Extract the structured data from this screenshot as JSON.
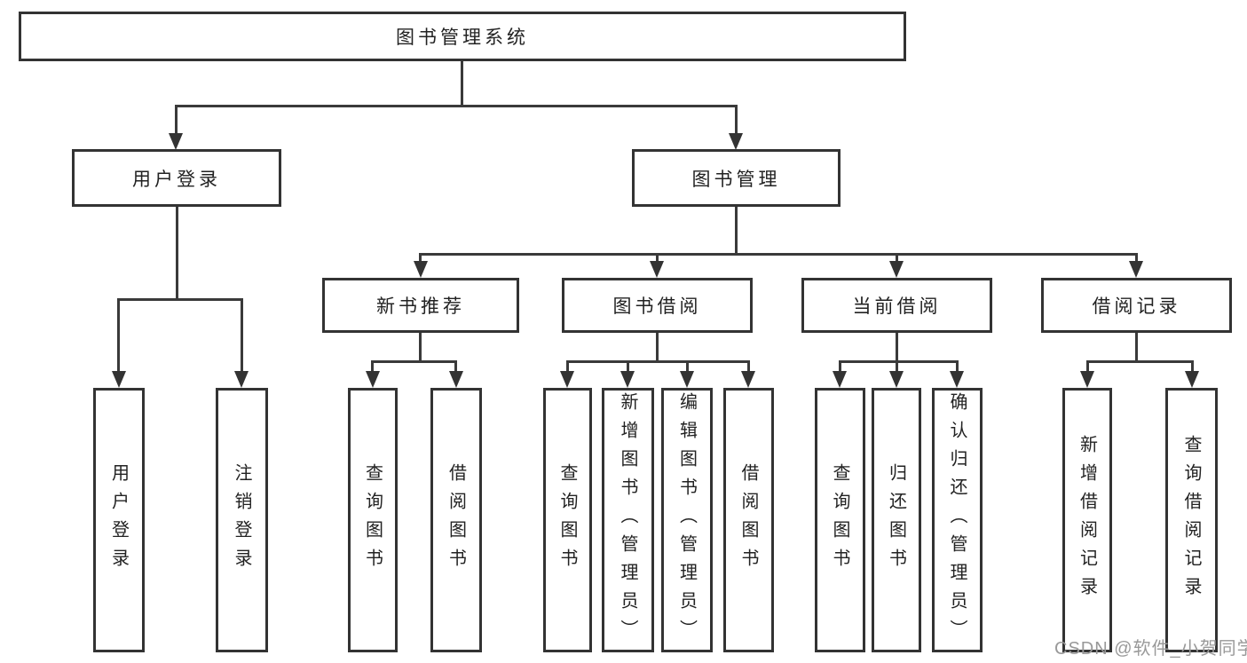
{
  "tree": {
    "label": "图书管理系统",
    "children": [
      {
        "label": "用户登录",
        "children": [
          {
            "label": "用户登录"
          },
          {
            "label": "注销登录"
          }
        ]
      },
      {
        "label": "图书管理",
        "children": [
          {
            "label": "新书推荐",
            "children": [
              {
                "label": "查询图书"
              },
              {
                "label": "借阅图书"
              }
            ]
          },
          {
            "label": "图书借阅",
            "children": [
              {
                "label": "查询图书"
              },
              {
                "label": "新增图书（管理员）"
              },
              {
                "label": "编辑图书（管理员）"
              },
              {
                "label": "借阅图书"
              }
            ]
          },
          {
            "label": "当前借阅",
            "children": [
              {
                "label": "查询图书"
              },
              {
                "label": "归还图书"
              },
              {
                "label": "确认归还（管理员）"
              }
            ]
          },
          {
            "label": "借阅记录",
            "children": [
              {
                "label": "新增借阅记录"
              },
              {
                "label": "查询借阅记录"
              }
            ]
          }
        ]
      }
    ]
  },
  "watermark": {
    "text": "CSDN @软件_小贺同学"
  },
  "colors": {
    "line": "#333333",
    "box_border": "#333333",
    "text": "#222222",
    "watermark": "#999999",
    "background": "#ffffff"
  }
}
